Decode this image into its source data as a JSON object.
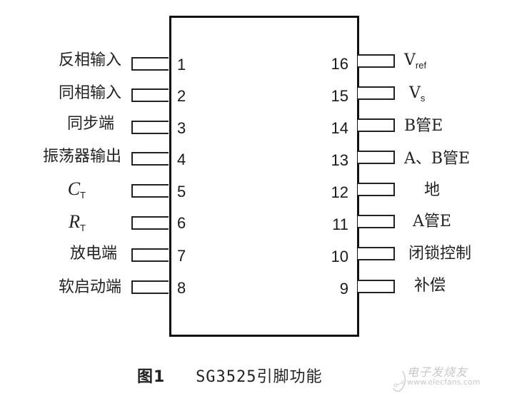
{
  "diagram": {
    "title": "图1   SG3525引脚功能",
    "caption": {
      "figure_label": "图1",
      "text": "SG3525引脚功能"
    },
    "chip": "SG3525",
    "pins_left": [
      {
        "number": "1",
        "label": "反相输入"
      },
      {
        "number": "2",
        "label": "同相输入"
      },
      {
        "number": "3",
        "label": "同步端"
      },
      {
        "number": "4",
        "label": "振荡器输出"
      },
      {
        "number": "5",
        "label_main": "C",
        "label_sub": "T"
      },
      {
        "number": "6",
        "label_main": "R",
        "label_sub": "T"
      },
      {
        "number": "7",
        "label": "放电端"
      },
      {
        "number": "8",
        "label": "软启动端"
      }
    ],
    "pins_right": [
      {
        "number": "16",
        "label_main": "V",
        "label_sub": "ref"
      },
      {
        "number": "15",
        "label_main": "V",
        "label_sub": "s"
      },
      {
        "number": "14",
        "label": "B管E"
      },
      {
        "number": "13",
        "label": "A、B管E"
      },
      {
        "number": "12",
        "label": "地"
      },
      {
        "number": "11",
        "label": "A管E"
      },
      {
        "number": "10",
        "label": "闭锁控制"
      },
      {
        "number": "9",
        "label": "补偿"
      }
    ],
    "watermark": {
      "cn": "电子发烧友",
      "url": "www.elecfans.com"
    }
  },
  "colors": {
    "line": "#111111",
    "text": "#222222",
    "background": "#ffffff",
    "watermark": "#c8c8c8"
  }
}
